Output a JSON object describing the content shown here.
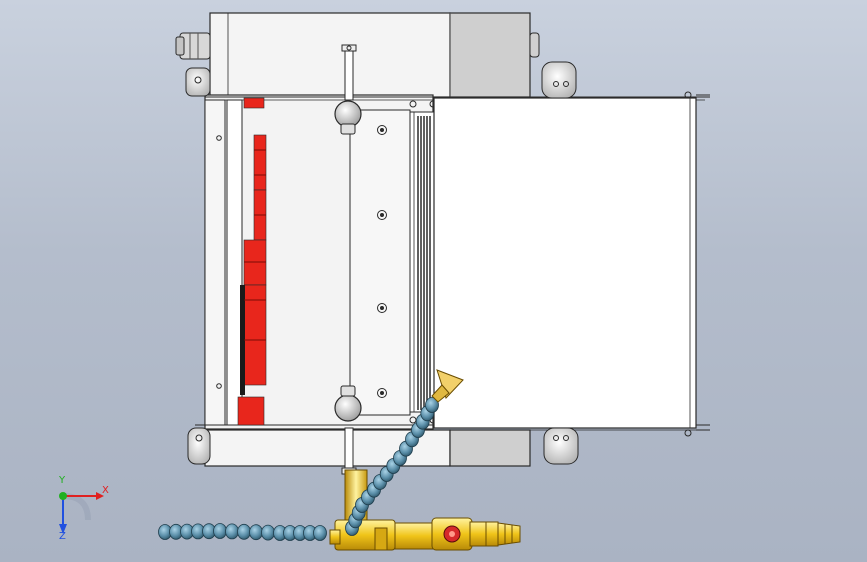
{
  "triad": {
    "x_label": "X",
    "y_label": "Y",
    "z_label": "Z",
    "x_color": "#e02020",
    "y_color": "#20b020",
    "z_color": "#2050e0"
  },
  "colors": {
    "background": "#b4bdcc",
    "body": "#f2f2f2",
    "outline": "#2a2a2a",
    "accent_red": "#e8261c",
    "motor_grey": "#c8c8c8",
    "brass": "#f0c419",
    "hose": "#5a8ea8",
    "valve_red": "#d62a2a",
    "nozzle": "#f2d06a"
  }
}
